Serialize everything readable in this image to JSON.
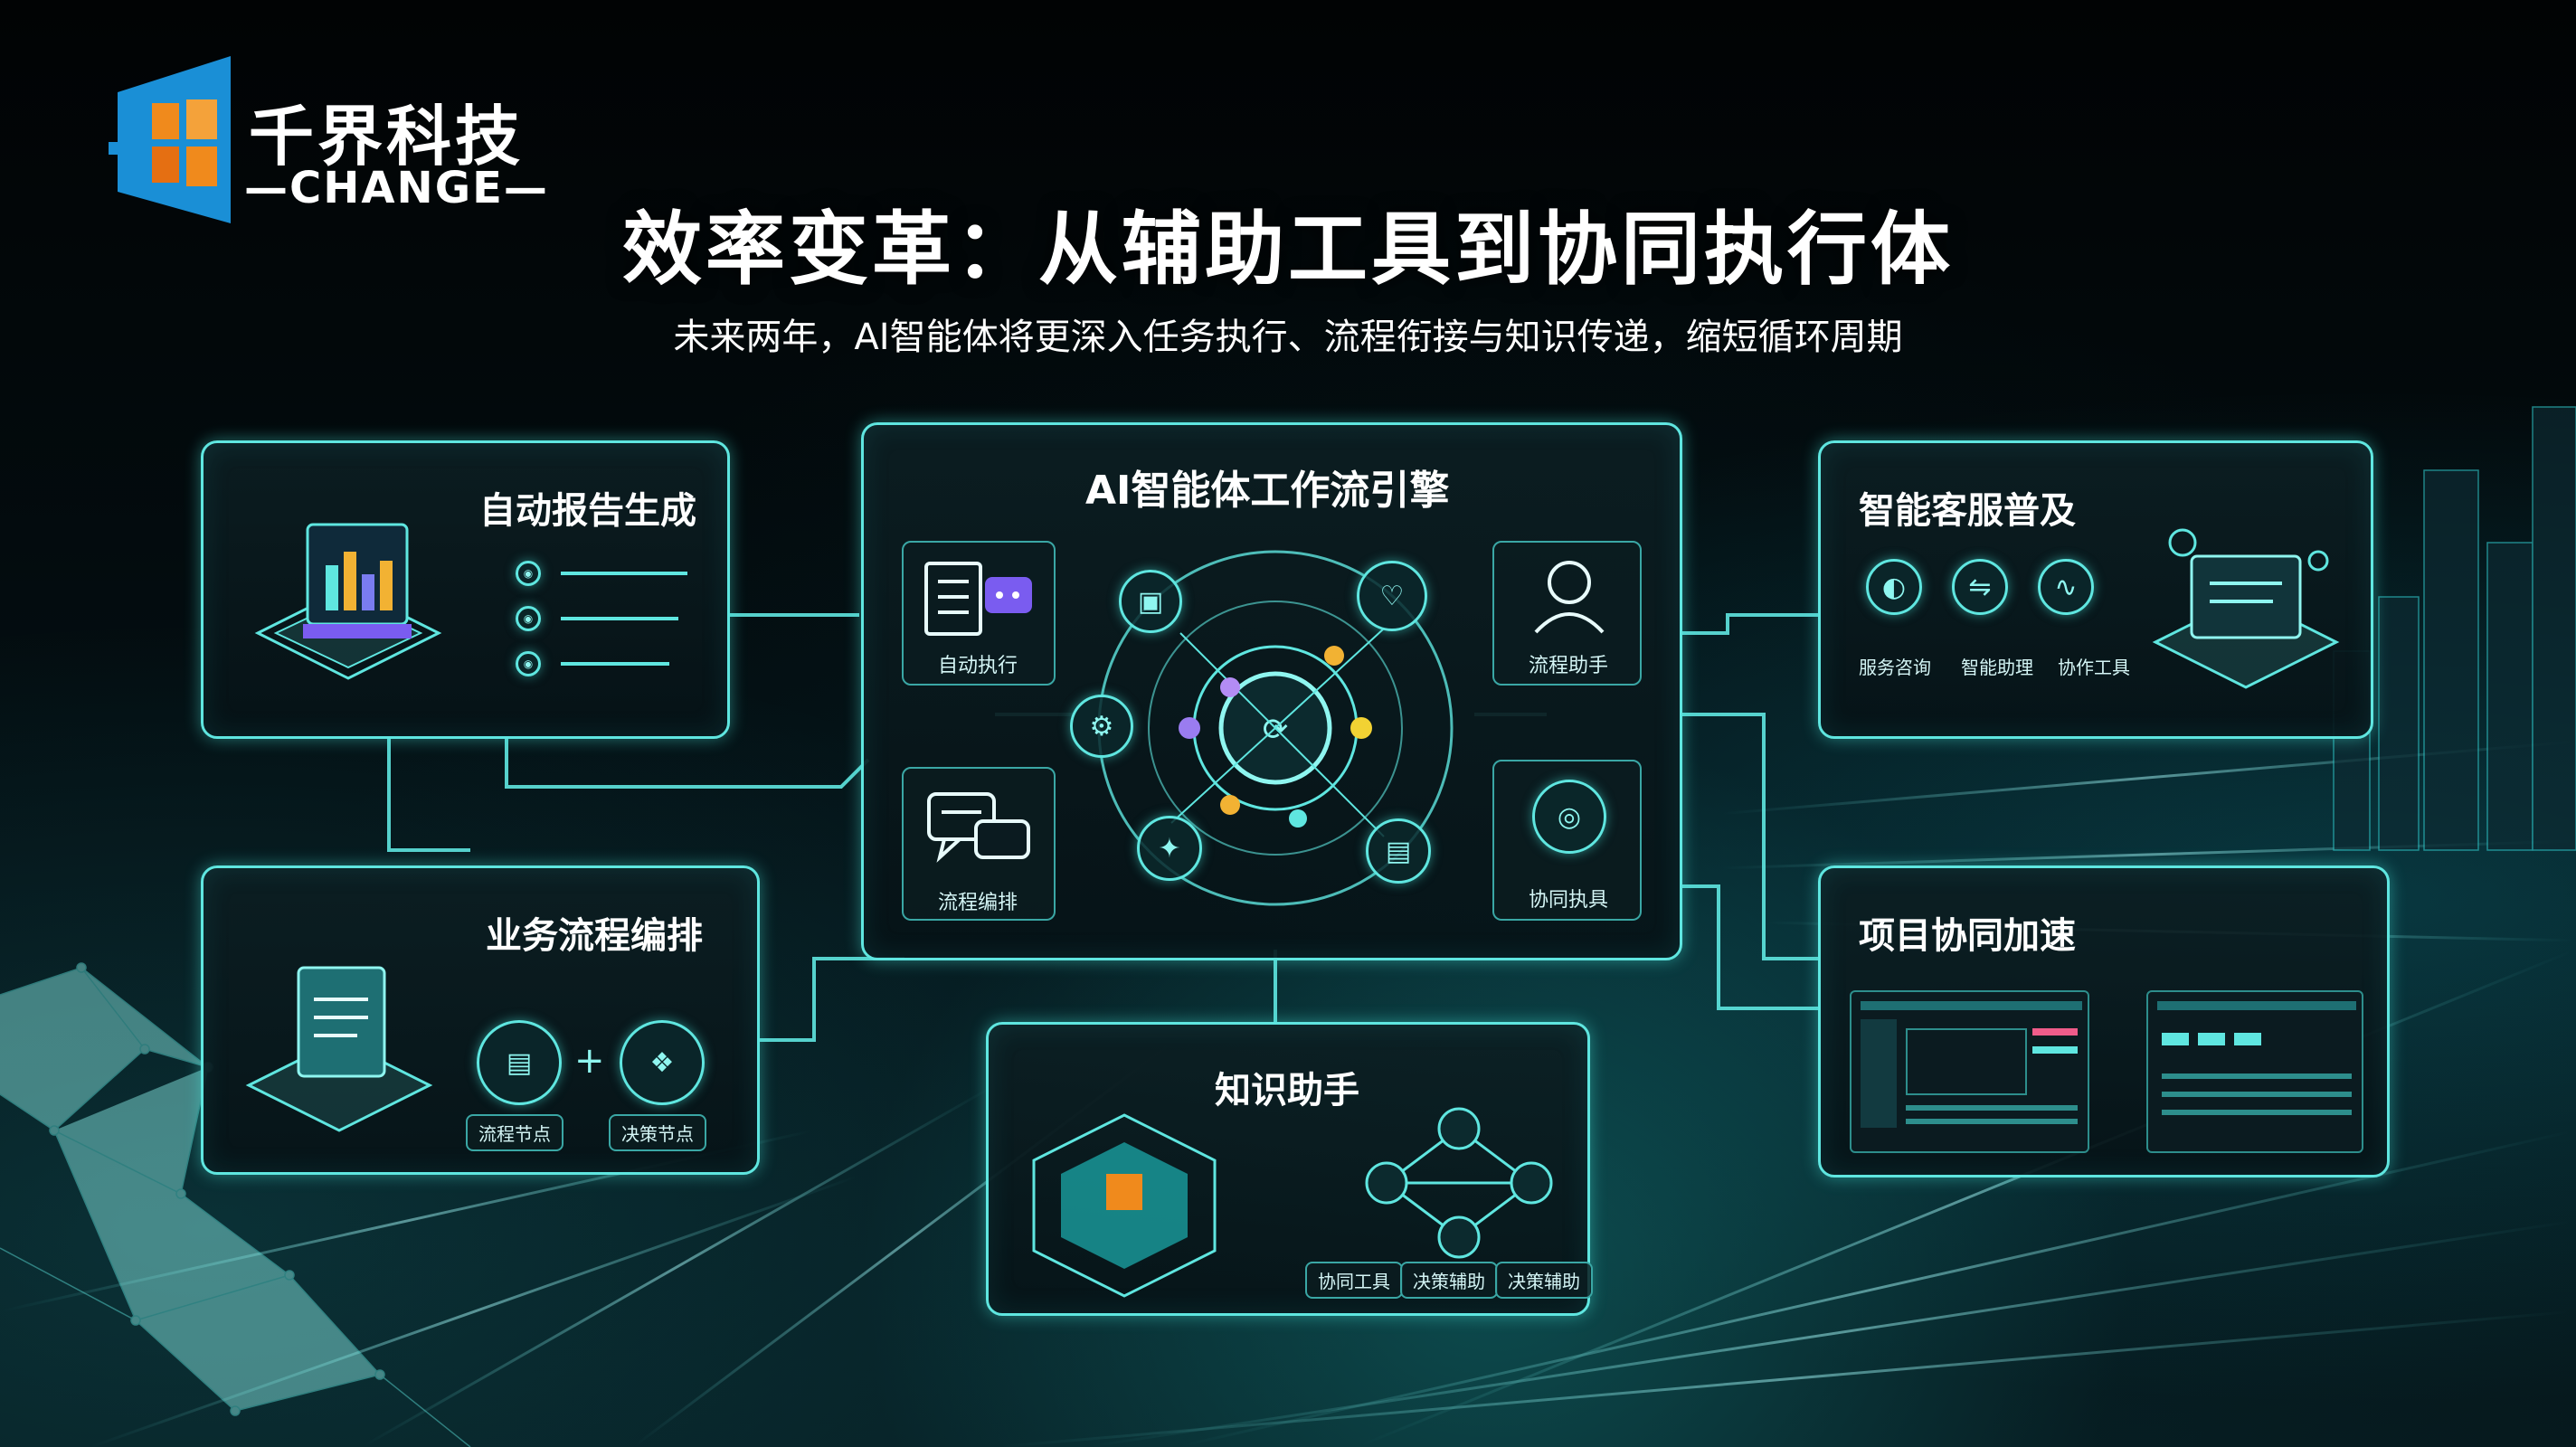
{
  "brand": {
    "name_cn": "千界科技",
    "name_en": "—CHANGE—"
  },
  "header": {
    "title": "效率变革：从辅助工具到协同执行体",
    "subtitle": "未来两年，AI智能体将更深入任务执行、流程衔接与知识传递，缩短循环周期"
  },
  "panels": {
    "report": {
      "title": "自动报告生成"
    },
    "engine": {
      "title": "AI智能体工作流引擎",
      "modules": [
        "自动执行",
        "流程编排",
        "流程助手",
        "协同执具"
      ]
    },
    "service": {
      "title": "智能客服普及",
      "labels": [
        "服务咨询",
        "智能助理",
        "协作工具"
      ]
    },
    "workflow": {
      "title": "业务流程编排",
      "labels": [
        "流程节点",
        "决策节点"
      ]
    },
    "knowledge": {
      "title": "知识助手",
      "labels": [
        "协同工具",
        "决策辅助",
        "决策辅助"
      ]
    },
    "project": {
      "title": "项目协同加速"
    }
  },
  "colors": {
    "accent": "#5fe6e0",
    "logo_blue": "#1a8fd6",
    "logo_orange": "#f08a1c"
  }
}
